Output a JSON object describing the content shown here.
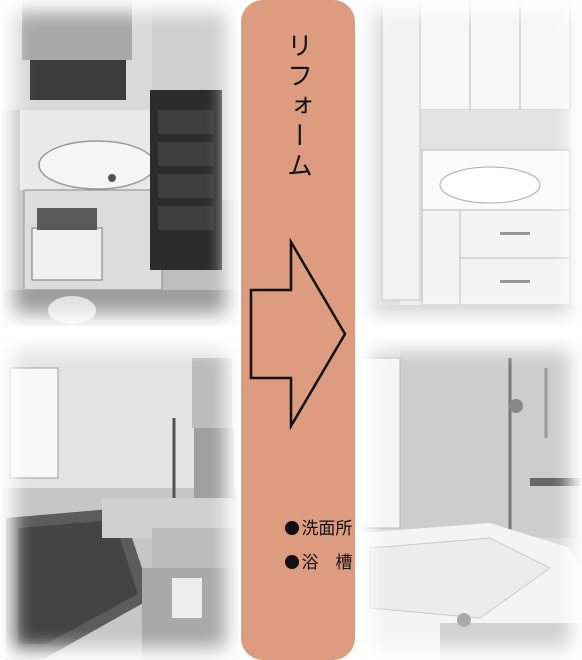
{
  "banner": {
    "title": "リフォーム",
    "arrow_icon": "right-arrow-icon",
    "background_color": "#dd9b80",
    "items": [
      {
        "label": "洗面所"
      },
      {
        "label": "浴　槽"
      }
    ]
  },
  "photos": [
    {
      "name": "before-washroom-photo",
      "kind": "before"
    },
    {
      "name": "after-washroom-photo",
      "kind": "after"
    },
    {
      "name": "before-bathtub-photo",
      "kind": "before"
    },
    {
      "name": "after-bathtub-photo",
      "kind": "after"
    }
  ]
}
